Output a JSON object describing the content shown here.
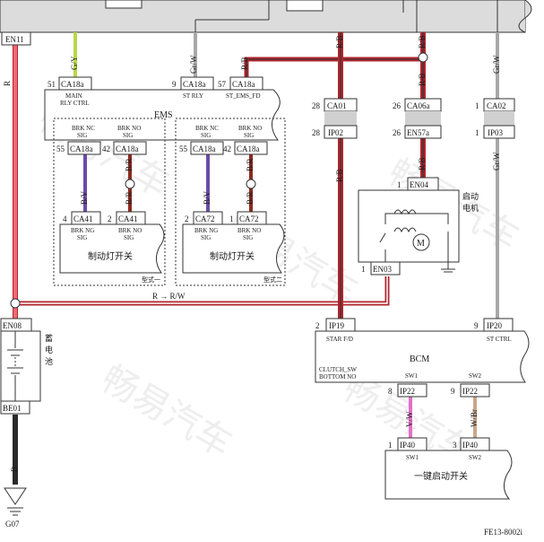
{
  "watermark": "畅易汽车",
  "figure_code": "FE13-8002i",
  "connectors": {
    "EN11": "EN11",
    "EN08": "EN08",
    "BE01": "BE01",
    "G07": "G07",
    "CA18a": "CA18a",
    "CA01": "CA01",
    "IP02": "IP02",
    "CA06a": "CA06a",
    "EN57a": "EN57a",
    "CA02": "CA02",
    "IP03": "IP03",
    "EN04": "EN04",
    "EN03": "EN03",
    "CA41": "CA41",
    "CA72": "CA72",
    "IP19": "IP19",
    "IP20": "IP20",
    "IP22": "IP22",
    "IP40": "IP40"
  },
  "pins": {
    "p51": "51",
    "p9": "9",
    "p57": "57",
    "p28": "28",
    "p26": "26",
    "p1": "1",
    "p55": "55",
    "p42": "42",
    "p4": "4",
    "p2": "2",
    "p8": "8"
  },
  "wires": {
    "R": "R",
    "GY": "G/Y",
    "GrW": "Gr/W",
    "RB": "R/B",
    "BV": "B/V",
    "BR": "B/R",
    "VW": "V/W",
    "WBr": "W/Br",
    "B": "B",
    "R_RW": "R → R/W"
  },
  "modules": {
    "ems": "EMS",
    "bcm": "BCM",
    "starter": "启动\n电机",
    "starter_l1": "启动",
    "starter_l2": "电机",
    "battery_l1": "蓄",
    "battery_l2": "电",
    "battery_l3": "池",
    "brake_switch": "制动灯开关",
    "one_key_switch": "一键启动开关",
    "type_note_1": "型式一",
    "type_note_2": "型式二",
    "motor": "M"
  },
  "signals": {
    "main_rly_ctrl_1": "MAIN",
    "main_rly_ctrl_2": "RLY CTRL",
    "st_rly": "ST RLY",
    "st_ems_fd": "ST_EMS_FD",
    "brk_nc_1": "BRK NC",
    "brk_no_1": "BRK NO",
    "sig": "SIG",
    "brk_ng": "BRK NG",
    "brk_no_sig": "BRK NO",
    "star_fd": "STAR F/D",
    "st_ctrl": "ST CTRL",
    "clutch_1": "CLUTCH_SW",
    "clutch_2": "BOTTOM NO",
    "sw1": "SW1",
    "sw2": "SW2"
  },
  "colors": {
    "red": "#e5474f",
    "red_dark": "#b0262e",
    "green_yellow": "#b8d84a",
    "gray": "#a8a8a8",
    "violet": "#6b4ba8",
    "pink": "#e36fc7",
    "brown": "#8b5a3c",
    "black": "#2a2a2a",
    "panel": "#dcdcdc"
  }
}
